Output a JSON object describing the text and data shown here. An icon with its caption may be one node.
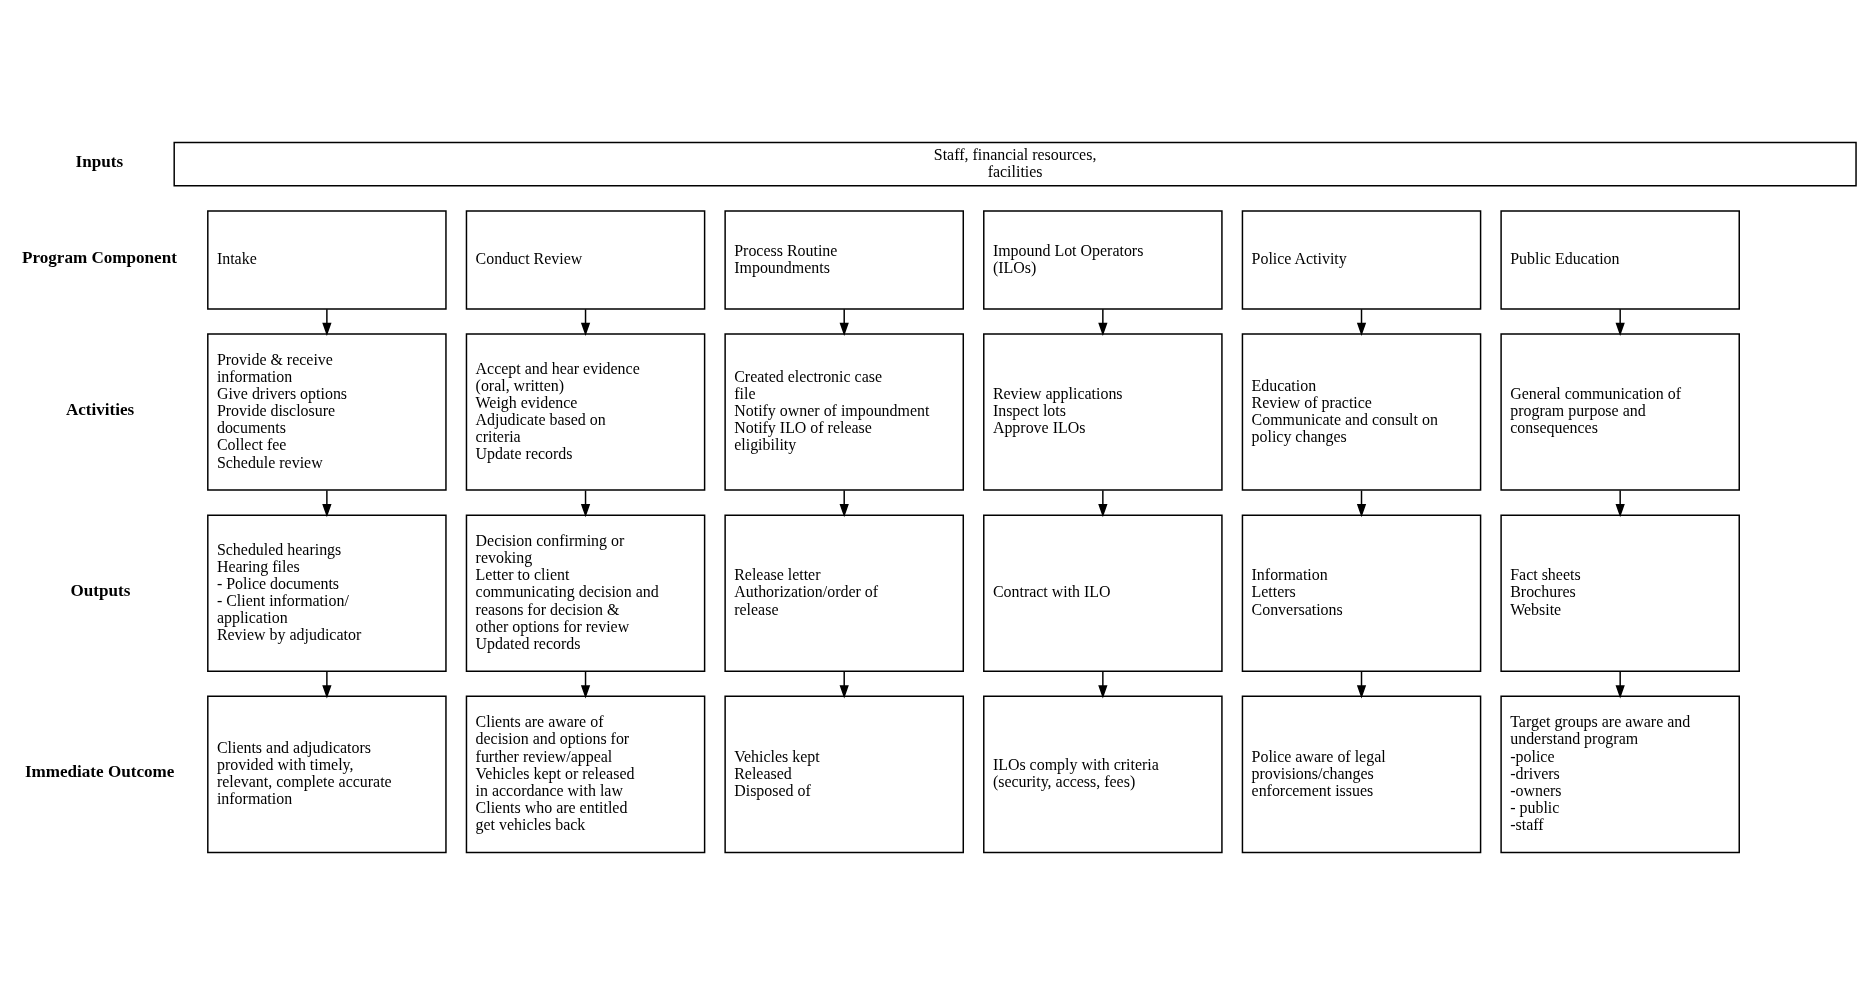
{
  "diagram": {
    "nodes": [
      {
        "text": [
          "Staff, financial resources, facilities"
        ]
      },
      {
        "text": [
          "Intake"
        ]
      },
      {
        "text": [
          "Conduct Review"
        ]
      },
      {
        "text": [
          "Process Routine Impoundments"
        ]
      },
      {
        "text": [
          "Impound Lot Operators (ILOs)"
        ]
      },
      {
        "text": [
          "Police Activity"
        ]
      },
      {
        "text": [
          "Public Education"
        ]
      },
      {
        "text": [
          "Provide & receive information",
          "Give drivers options",
          "Provide disclosure documents",
          "Collect fee",
          "Schedule review"
        ]
      },
      {
        "text": [
          "Accept and hear evidence (oral, written)",
          "Weigh evidence",
          "Adjudicate based on criteria",
          "Update records"
        ]
      },
      {
        "text": [
          "Created electronic case file",
          "Notify owner of impoundment",
          "Notify ILO of release eligibility"
        ]
      },
      {
        "text": [
          "Review applications",
          "Inspect lots",
          "Approve ILOs"
        ]
      },
      {
        "text": [
          "Education",
          "Review of practice",
          "Communicate and consult on policy changes"
        ]
      },
      {
        "text": [
          "General communication of program purpose and consequences"
        ]
      },
      {
        "text": [
          "Scheduled hearings",
          "Hearing files",
          "- Police documents",
          "- Client information/ application",
          "Review by adjudicator"
        ]
      },
      {
        "text": [
          "Decision confirming or revoking",
          "Letter to client communicating decision and reasons for decision & other options for review",
          "Updated records"
        ]
      },
      {
        "text": [
          "Release letter",
          "Authorization/order of release"
        ]
      },
      {
        "text": [
          "Contract with ILO"
        ]
      },
      {
        "text": [
          "Information",
          "Letters",
          "Conversations"
        ]
      },
      {
        "text": [
          "Fact sheets",
          "Brochures",
          "Website"
        ]
      },
      {
        "text": [
          "Clients and adjudicators provided with timely, relevant, complete accurate information"
        ]
      },
      {
        "text": [
          "Clients are aware of decision and options for further review/appeal",
          "Vehicles kept or released in accordance with law",
          "Clients who are entitled get vehicles back"
        ]
      },
      {
        "text": [
          "Vehicles kept",
          "Released",
          "Disposed of"
        ]
      },
      {
        "text": [
          "ILOs comply with criteria (security, access, fees)"
        ]
      },
      {
        "text": [
          "Police aware of legal provisions/changes enforcement issues"
        ]
      },
      {
        "text": [
          "Target groups are aware and understand program",
          "-police",
          "-drivers",
          "-owners",
          "- public",
          "-staff"
        ]
      }
    ],
    "edges": [
      {
        "from": 1,
        "to": 7,
        "arrow": "to"
      },
      {
        "from": 2,
        "to": 8,
        "arrow": "to"
      },
      {
        "from": 3,
        "to": 9,
        "arrow": "to"
      },
      {
        "from": 4,
        "to": 10,
        "arrow": "to"
      },
      {
        "from": 5,
        "to": 11,
        "arrow": "to"
      },
      {
        "from": 6,
        "to": 12,
        "arrow": "to"
      },
      {
        "from": 7,
        "to": 13,
        "arrow": "to"
      },
      {
        "from": 8,
        "to": 14,
        "arrow": "to"
      },
      {
        "from": 9,
        "to": 15,
        "arrow": "to"
      },
      {
        "from": 10,
        "to": 16,
        "arrow": "to"
      },
      {
        "from": 11,
        "to": 17,
        "arrow": "to"
      },
      {
        "from": 12,
        "to": 18,
        "arrow": "to"
      },
      {
        "from": 13,
        "to": 19,
        "arrow": "to"
      },
      {
        "from": 14,
        "to": 20,
        "arrow": "to"
      },
      {
        "from": 15,
        "to": 21,
        "arrow": "to"
      },
      {
        "from": 16,
        "to": 22,
        "arrow": "to"
      },
      {
        "from": 17,
        "to": 23,
        "arrow": "to"
      },
      {
        "from": 18,
        "to": 24,
        "arrow": "to"
      }
    ],
    "labels": [
      "Inputs",
      "Program Component",
      "Activities",
      "Outputs",
      "Immediate Outcome"
    ]
  }
}
